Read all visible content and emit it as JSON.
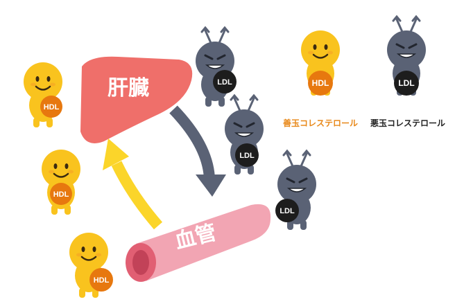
{
  "organs": {
    "liver": {
      "label": "肝臓",
      "color": "#ef6f6a"
    },
    "vessel": {
      "label": "血管",
      "color": "#f2a5b3"
    }
  },
  "badges": {
    "hdl": "HDL",
    "ldl": "LDL"
  },
  "legend": {
    "good": {
      "label": "善玉コレステロール",
      "color": "#e8891b"
    },
    "bad": {
      "label": "悪玉コレステロール",
      "color": "#222222"
    }
  },
  "colors": {
    "hdl_body": "#f9c31e",
    "hdl_ball": "#e7780f",
    "ldl_body": "#5a6275",
    "ldl_ball": "#1d1d1d",
    "arrow_yellow": "#fbd52a",
    "arrow_gray": "#5a6275"
  }
}
